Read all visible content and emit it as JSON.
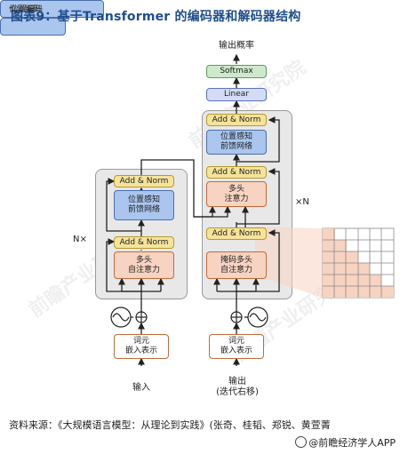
{
  "title": "图表9：基于Transformer 的编码器和解码器结构",
  "output_probs": "输出概率",
  "softmax": "Softmax",
  "linear": "Linear",
  "add_norm": "Add & Norm",
  "feed_forward": "位置感知\n前馈网络",
  "encoder_attention": "多头\n自注意力",
  "decoder_cross_attention": "多头\n注意力",
  "decoder_masked_attention": "掩码多头\n自注意力",
  "embedding": "词元\n嵌入表示",
  "positional_encoding": "位置编码",
  "encoder_repeat": "N×",
  "decoder_repeat": "×N",
  "input": "输入",
  "output_input": "输出\n(迭代右移)",
  "source": "资料来源：《大规模语言模型：从理论到实践》(张奇、桂韬、郑锐、黄萱菁",
  "credit": "@前瞻经济学人APP",
  "watermark": "前瞻产业研究院",
  "colors": {
    "title": "#1f4e8c",
    "add_norm": "#f6e39a",
    "feed_forward": "#aac6ef",
    "attention": "#f7d3c1",
    "softmax": "#cde9cc",
    "linear": "#d3dcf4",
    "stack": "#e8e8e8",
    "mask_grid": "#f7d3c1"
  }
}
